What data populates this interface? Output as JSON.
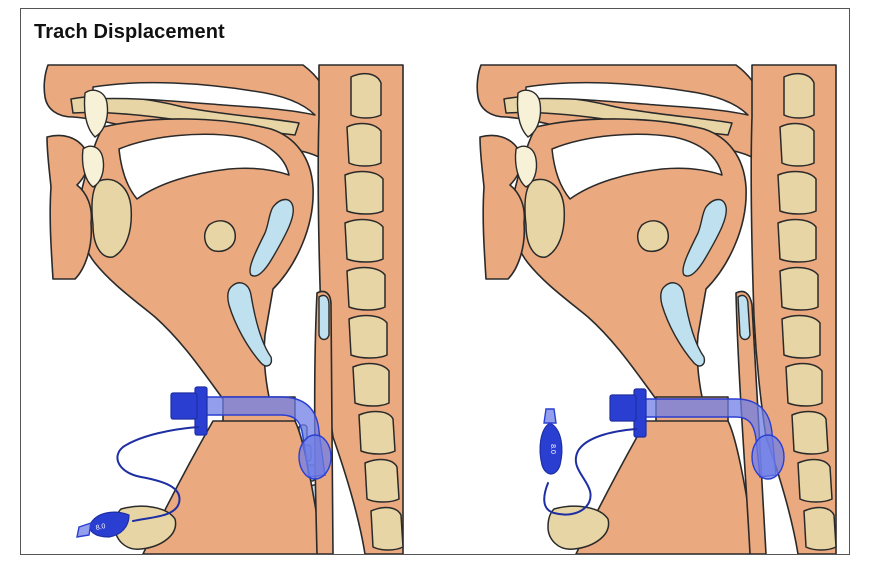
{
  "title": "Trach Displacement",
  "colors": {
    "tissue": "#eaa97f",
    "outline": "#2a2a2a",
    "bone": "#e7d5a5",
    "cartilage": "#bfe0ee",
    "tooth": "#f7f1d7",
    "tube": "#6f7ee6",
    "tube_dark": "#2a3fd2",
    "pilot_line": "#1d2fa3"
  },
  "panels": [
    {
      "name": "tube-in-trachea",
      "tube_position": "in-trachea",
      "pilot_balloon_label": "8.0"
    },
    {
      "name": "tube-displaced",
      "tube_position": "displaced",
      "pilot_balloon_label": "8.0"
    }
  ]
}
